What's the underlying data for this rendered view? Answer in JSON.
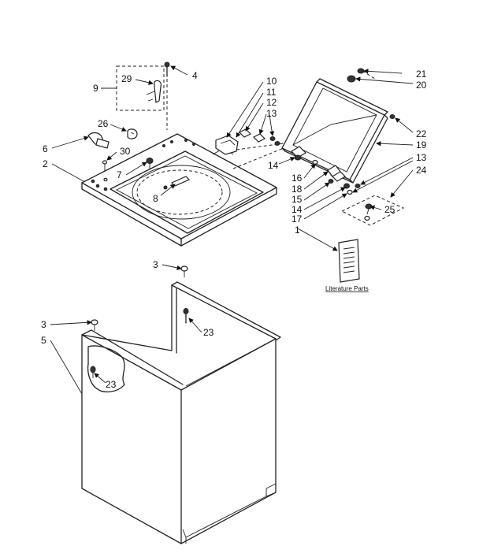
{
  "callouts": {
    "c1": "1",
    "c2": "2",
    "c3a": "3",
    "c3b": "3",
    "c4": "4",
    "c5": "5",
    "c6": "6",
    "c7": "7",
    "c8": "8",
    "c9": "9",
    "c10": "10",
    "c11": "11",
    "c12": "12",
    "c13a": "13",
    "c13b": "13",
    "c14a": "14",
    "c14b": "14",
    "c15": "15",
    "c16": "16",
    "c17": "17",
    "c18": "18",
    "c19": "19",
    "c20": "20",
    "c21": "21",
    "c22": "22",
    "c23a": "23",
    "c23b": "23",
    "c24": "24",
    "c25": "25",
    "c26": "26",
    "c29": "29",
    "c30": "30"
  },
  "literature_label": "Literature Parts"
}
